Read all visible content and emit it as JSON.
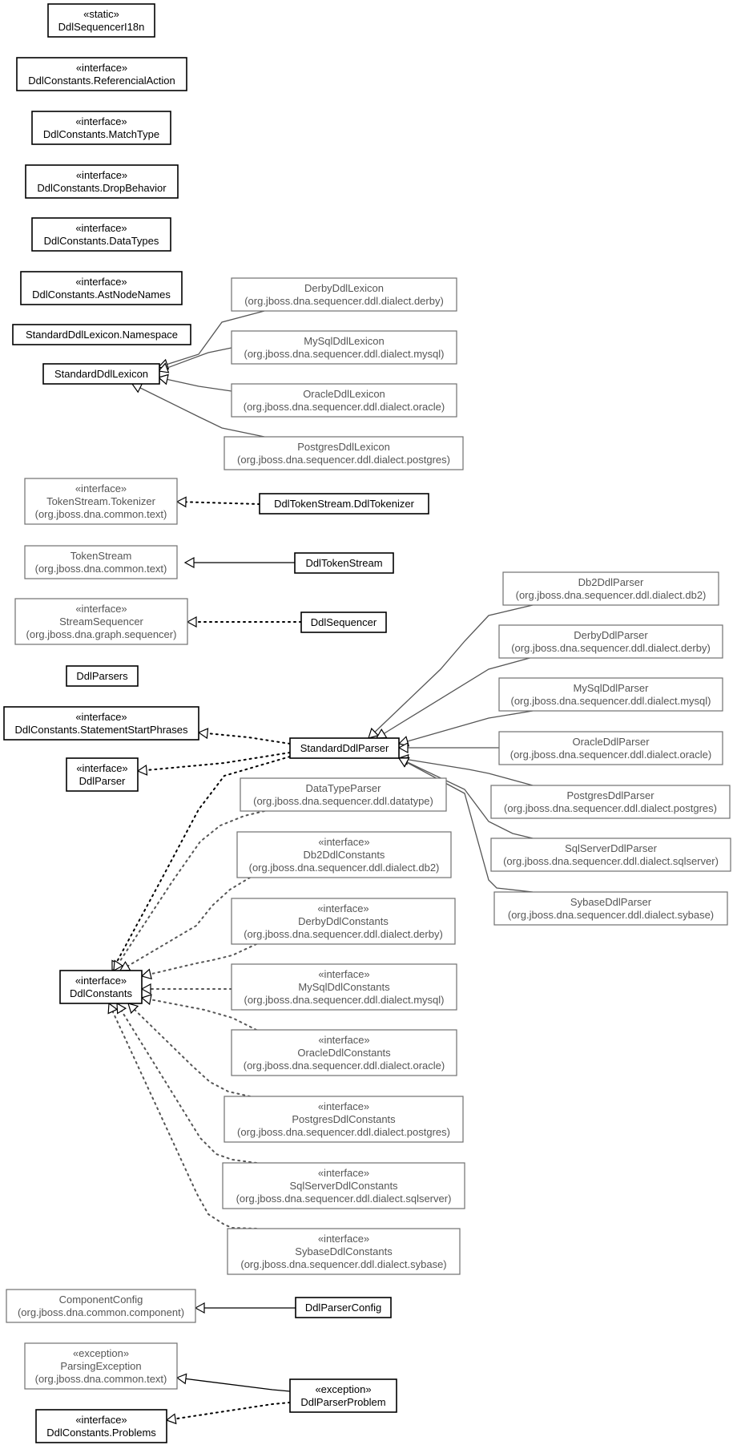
{
  "nodes": [
    {
      "id": "n1",
      "lines": [
        "«static»",
        "DdlSequencerI18n"
      ],
      "kind": "local"
    },
    {
      "id": "n2",
      "lines": [
        "«interface»",
        "DdlConstants.ReferencialAction"
      ],
      "kind": "local"
    },
    {
      "id": "n3",
      "lines": [
        "«interface»",
        "DdlConstants.MatchType"
      ],
      "kind": "local"
    },
    {
      "id": "n4",
      "lines": [
        "«interface»",
        "DdlConstants.DropBehavior"
      ],
      "kind": "local"
    },
    {
      "id": "n5",
      "lines": [
        "«interface»",
        "DdlConstants.DataTypes"
      ],
      "kind": "local"
    },
    {
      "id": "n6",
      "lines": [
        "«interface»",
        "DdlConstants.AstNodeNames"
      ],
      "kind": "local"
    },
    {
      "id": "n7",
      "lines": [
        "StandardDdlLexicon.Namespace"
      ],
      "kind": "local"
    },
    {
      "id": "n8",
      "lines": [
        "StandardDdlLexicon"
      ],
      "kind": "local"
    },
    {
      "id": "n9",
      "lines": [
        "DerbyDdlLexicon",
        "(org.jboss.dna.sequencer.ddl.dialect.derby)"
      ],
      "kind": "ext"
    },
    {
      "id": "n10",
      "lines": [
        "MySqlDdlLexicon",
        "(org.jboss.dna.sequencer.ddl.dialect.mysql)"
      ],
      "kind": "ext"
    },
    {
      "id": "n11",
      "lines": [
        "OracleDdlLexicon",
        "(org.jboss.dna.sequencer.ddl.dialect.oracle)"
      ],
      "kind": "ext"
    },
    {
      "id": "n12",
      "lines": [
        "PostgresDdlLexicon",
        "(org.jboss.dna.sequencer.ddl.dialect.postgres)"
      ],
      "kind": "ext"
    },
    {
      "id": "n13",
      "lines": [
        "«interface»",
        "TokenStream.Tokenizer",
        "(org.jboss.dna.common.text)"
      ],
      "kind": "ext"
    },
    {
      "id": "n14",
      "lines": [
        "DdlTokenStream.DdlTokenizer"
      ],
      "kind": "local"
    },
    {
      "id": "n15",
      "lines": [
        "TokenStream",
        "(org.jboss.dna.common.text)"
      ],
      "kind": "ext"
    },
    {
      "id": "n16",
      "lines": [
        "DdlTokenStream"
      ],
      "kind": "local"
    },
    {
      "id": "n17",
      "lines": [
        "«interface»",
        "StreamSequencer",
        "(org.jboss.dna.graph.sequencer)"
      ],
      "kind": "ext"
    },
    {
      "id": "n18",
      "lines": [
        "DdlSequencer"
      ],
      "kind": "local"
    },
    {
      "id": "n19",
      "lines": [
        "DdlParsers"
      ],
      "kind": "local"
    },
    {
      "id": "n20",
      "lines": [
        "«interface»",
        "DdlConstants.StatementStartPhrases"
      ],
      "kind": "local"
    },
    {
      "id": "n21",
      "lines": [
        "StandardDdlParser"
      ],
      "kind": "local"
    },
    {
      "id": "n22",
      "lines": [
        "«interface»",
        "DdlParser"
      ],
      "kind": "local"
    },
    {
      "id": "n23",
      "lines": [
        "Db2DdlParser",
        "(org.jboss.dna.sequencer.ddl.dialect.db2)"
      ],
      "kind": "ext"
    },
    {
      "id": "n24",
      "lines": [
        "DerbyDdlParser",
        "(org.jboss.dna.sequencer.ddl.dialect.derby)"
      ],
      "kind": "ext"
    },
    {
      "id": "n25",
      "lines": [
        "MySqlDdlParser",
        "(org.jboss.dna.sequencer.ddl.dialect.mysql)"
      ],
      "kind": "ext"
    },
    {
      "id": "n26",
      "lines": [
        "OracleDdlParser",
        "(org.jboss.dna.sequencer.ddl.dialect.oracle)"
      ],
      "kind": "ext"
    },
    {
      "id": "n27",
      "lines": [
        "PostgresDdlParser",
        "(org.jboss.dna.sequencer.ddl.dialect.postgres)"
      ],
      "kind": "ext"
    },
    {
      "id": "n28",
      "lines": [
        "SqlServerDdlParser",
        "(org.jboss.dna.sequencer.ddl.dialect.sqlserver)"
      ],
      "kind": "ext"
    },
    {
      "id": "n29",
      "lines": [
        "SybaseDdlParser",
        "(org.jboss.dna.sequencer.ddl.dialect.sybase)"
      ],
      "kind": "ext"
    },
    {
      "id": "n30",
      "lines": [
        "DataTypeParser",
        "(org.jboss.dna.sequencer.ddl.datatype)"
      ],
      "kind": "ext"
    },
    {
      "id": "n31",
      "lines": [
        "«interface»",
        "Db2DdlConstants",
        "(org.jboss.dna.sequencer.ddl.dialect.db2)"
      ],
      "kind": "ext"
    },
    {
      "id": "n32",
      "lines": [
        "«interface»",
        "DerbyDdlConstants",
        "(org.jboss.dna.sequencer.ddl.dialect.derby)"
      ],
      "kind": "ext"
    },
    {
      "id": "n33",
      "lines": [
        "«interface»",
        "DdlConstants"
      ],
      "kind": "local"
    },
    {
      "id": "n34",
      "lines": [
        "«interface»",
        "MySqlDdlConstants",
        "(org.jboss.dna.sequencer.ddl.dialect.mysql)"
      ],
      "kind": "ext"
    },
    {
      "id": "n35",
      "lines": [
        "«interface»",
        "OracleDdlConstants",
        "(org.jboss.dna.sequencer.ddl.dialect.oracle)"
      ],
      "kind": "ext"
    },
    {
      "id": "n36",
      "lines": [
        "«interface»",
        "PostgresDdlConstants",
        "(org.jboss.dna.sequencer.ddl.dialect.postgres)"
      ],
      "kind": "ext"
    },
    {
      "id": "n37",
      "lines": [
        "«interface»",
        "SqlServerDdlConstants",
        "(org.jboss.dna.sequencer.ddl.dialect.sqlserver)"
      ],
      "kind": "ext"
    },
    {
      "id": "n38",
      "lines": [
        "«interface»",
        "SybaseDdlConstants",
        "(org.jboss.dna.sequencer.ddl.dialect.sybase)"
      ],
      "kind": "ext"
    },
    {
      "id": "n39",
      "lines": [
        "ComponentConfig",
        "(org.jboss.dna.common.component)"
      ],
      "kind": "ext"
    },
    {
      "id": "n40",
      "lines": [
        "DdlParserConfig"
      ],
      "kind": "local"
    },
    {
      "id": "n41",
      "lines": [
        "«exception»",
        "ParsingException",
        "(org.jboss.dna.common.text)"
      ],
      "kind": "ext"
    },
    {
      "id": "n42",
      "lines": [
        "«exception»",
        "DdlParserProblem"
      ],
      "kind": "local"
    },
    {
      "id": "n43",
      "lines": [
        "«interface»",
        "DdlConstants.Problems"
      ],
      "kind": "local"
    }
  ],
  "edges": [
    {
      "from": "n9",
      "to": "n8",
      "style": "solid"
    },
    {
      "from": "n10",
      "to": "n8",
      "style": "solid"
    },
    {
      "from": "n11",
      "to": "n8",
      "style": "solid"
    },
    {
      "from": "n12",
      "to": "n8",
      "style": "solid"
    },
    {
      "from": "n14",
      "to": "n13",
      "style": "dotted"
    },
    {
      "from": "n16",
      "to": "n15",
      "style": "solid"
    },
    {
      "from": "n18",
      "to": "n17",
      "style": "dotted"
    },
    {
      "from": "n21",
      "to": "n20",
      "style": "dotted"
    },
    {
      "from": "n21",
      "to": "n22",
      "style": "dotted"
    },
    {
      "from": "n21",
      "to": "n33",
      "style": "dotted"
    },
    {
      "from": "n23",
      "to": "n21",
      "style": "solid"
    },
    {
      "from": "n24",
      "to": "n21",
      "style": "solid"
    },
    {
      "from": "n25",
      "to": "n21",
      "style": "solid"
    },
    {
      "from": "n26",
      "to": "n21",
      "style": "solid"
    },
    {
      "from": "n27",
      "to": "n21",
      "style": "solid"
    },
    {
      "from": "n28",
      "to": "n21",
      "style": "solid"
    },
    {
      "from": "n29",
      "to": "n21",
      "style": "solid"
    },
    {
      "from": "n30",
      "to": "n33",
      "style": "dotted"
    },
    {
      "from": "n31",
      "to": "n33",
      "style": "dotted"
    },
    {
      "from": "n32",
      "to": "n33",
      "style": "dotted"
    },
    {
      "from": "n34",
      "to": "n33",
      "style": "dotted"
    },
    {
      "from": "n35",
      "to": "n33",
      "style": "dotted"
    },
    {
      "from": "n36",
      "to": "n33",
      "style": "dotted"
    },
    {
      "from": "n37",
      "to": "n33",
      "style": "dotted"
    },
    {
      "from": "n38",
      "to": "n33",
      "style": "dotted"
    },
    {
      "from": "n40",
      "to": "n39",
      "style": "solid"
    },
    {
      "from": "n42",
      "to": "n41",
      "style": "solid"
    },
    {
      "from": "n42",
      "to": "n43",
      "style": "dotted"
    }
  ]
}
